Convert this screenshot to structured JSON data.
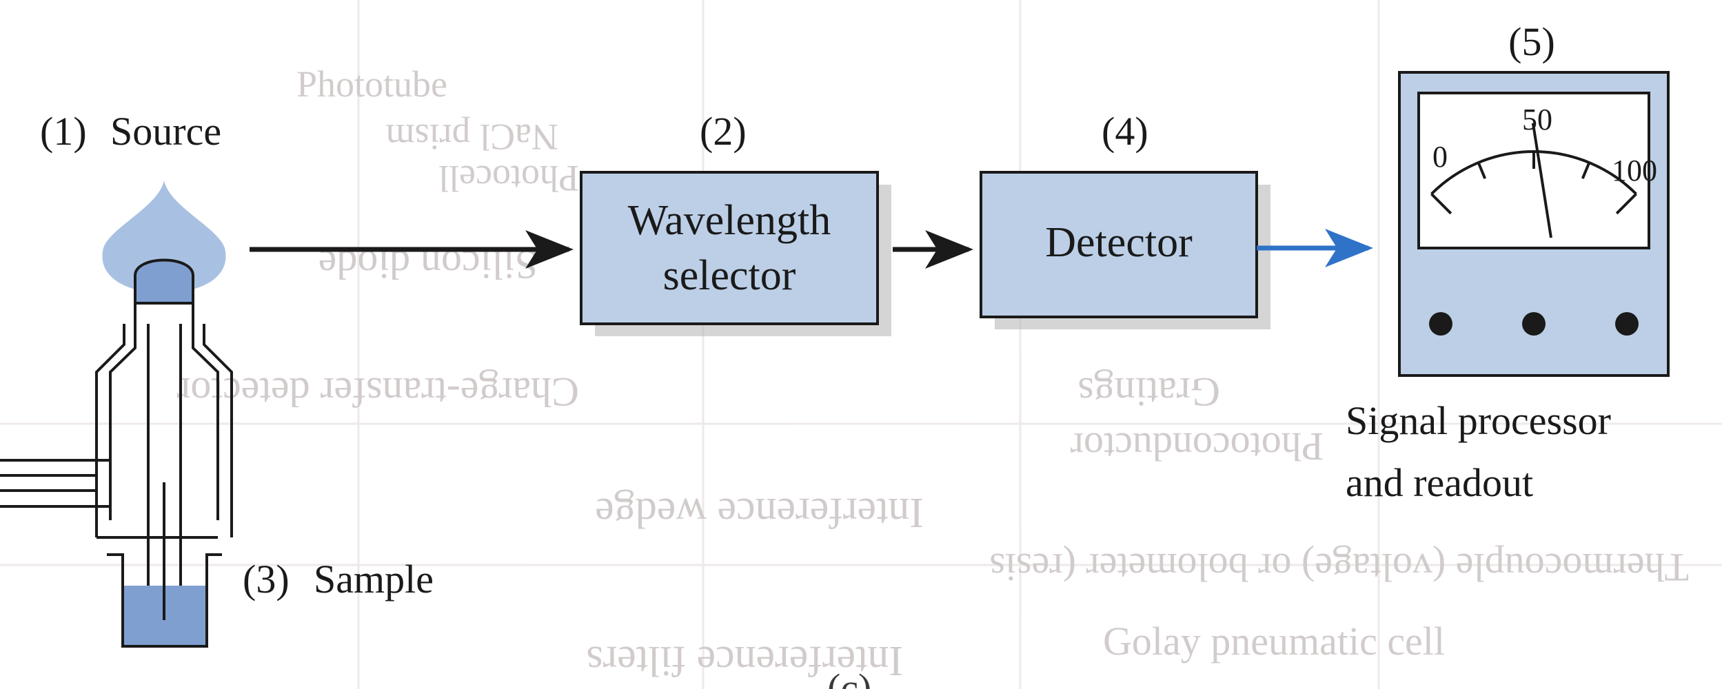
{
  "colors": {
    "box_fill": "#bccfe6",
    "flame": "#a8c1e2",
    "burner_cap": "#7f9fd1",
    "liquid": "#7f9fd1",
    "arrow_dark": "#1a1a1a",
    "arrow_blue": "#2f73c8",
    "bleed_through": "#c9c4c2"
  },
  "components": {
    "source": {
      "number": "(1)",
      "label": "Source"
    },
    "wavelength_selector": {
      "number": "(2)",
      "line1": "Wavelength",
      "line2": "selector"
    },
    "sample": {
      "number": "(3)",
      "label": "Sample"
    },
    "detector": {
      "number": "(4)",
      "label": "Detector"
    },
    "readout": {
      "number": "(5)",
      "line1": "Signal processor",
      "line2": "and readout",
      "meter_scale": {
        "min": "0",
        "mid": "50",
        "max": "100"
      },
      "needle_value": 55,
      "knobs": 3
    }
  },
  "bleed_through_text": [
    "Phototube",
    "NaCl prism",
    "Photocell",
    "Silicon diode",
    "Charge-transfer detector",
    "Gratings",
    "Photoconductor",
    "Interference wedge",
    "Thermocouple (voltage) or bolometer (resis",
    "Golay pneumatic cell",
    "Interference filters",
    "(c)"
  ]
}
